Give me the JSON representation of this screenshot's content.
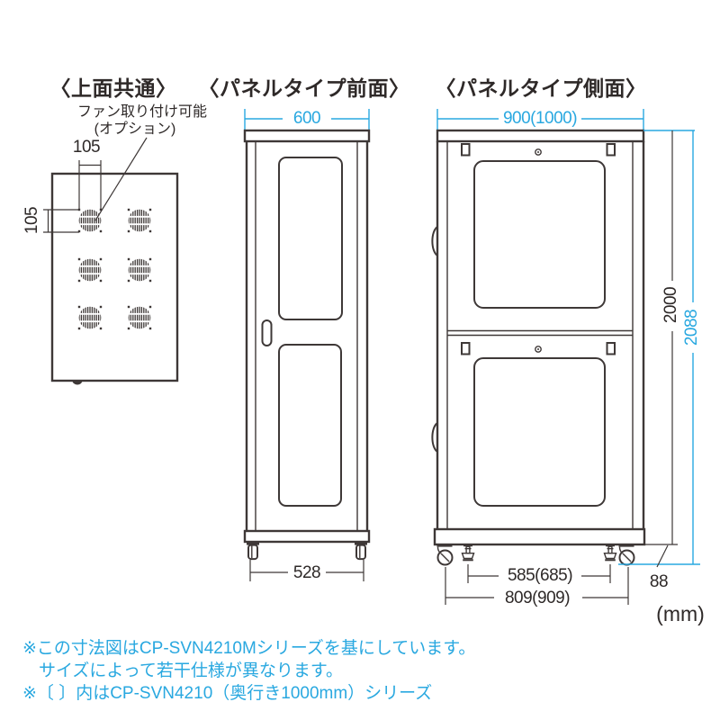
{
  "colors": {
    "accent_cyan": "#29a8e0",
    "line_dark": "#3e3837"
  },
  "titles": {
    "top_view": "〈上面共通〉",
    "front_view": "〈パネルタイプ前面〉",
    "side_view": "〈パネルタイプ側面〉"
  },
  "top_view": {
    "fan_label_line1": "ファン取り付け可能",
    "fan_label_line2": "(オプション)",
    "hole_pitch_horizontal": "105",
    "hole_pitch_vertical": "105"
  },
  "front_view": {
    "width": "600",
    "caster_span": "528"
  },
  "side_view": {
    "depth": "900(1000)",
    "feet_span": "585(685)",
    "caster_span": "809(909)",
    "frame_height": "2000",
    "total_height": "2088",
    "caster_height": "88"
  },
  "unit_label": "(mm)",
  "notes": [
    "※この寸法図はCP-SVN4210Mシリーズを基にしています。",
    "サイズによって若干仕様が異なります。",
    "※〔 〕内はCP-SVN4210（奥行き1000mm）シリーズ"
  ]
}
